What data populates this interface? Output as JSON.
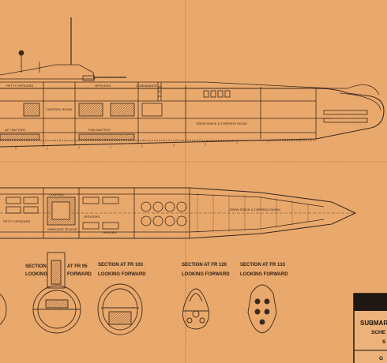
{
  "drawing": {
    "profile_labels": {
      "petty_officers": "PETTY OFFICERS",
      "officers": "OFFICERS",
      "commander": "COMMANDER",
      "crew_and_torpedo_room": "CREW SPACE & TORPEDO ROOM",
      "control_room": "CONTROL ROOM",
      "after_battery": "AFT BATTERY",
      "fwd_battery": "FWD BATTERY"
    },
    "plan_labels": {
      "control": "CONTROL",
      "officers": "OFFICERS",
      "officer": "OFFICER",
      "wireless_telegr": "WIRELESS TELEGR",
      "petty_officers": "PETTY OFFICERS",
      "crew_and_torpedo_room": "CREW SPACE & TORPEDO ROOM"
    },
    "sections": [
      {
        "title": "SECTION",
        "frame": "AT FR 95",
        "looking": "LOOKING",
        "dir": "FORWARD"
      },
      {
        "title": "SECTION AT FR 103",
        "looking": "LOOKING FORWARD"
      },
      {
        "title": "SECTION AT FR 120",
        "looking": "LOOKING FORWARD"
      },
      {
        "title": "SECTION AT FR 133",
        "looking": "LOOKING FORWARD"
      }
    ],
    "title_block": {
      "line1": "SUBMAR",
      "line2": "SCHE",
      "line3": "S",
      "line4": "G"
    }
  }
}
